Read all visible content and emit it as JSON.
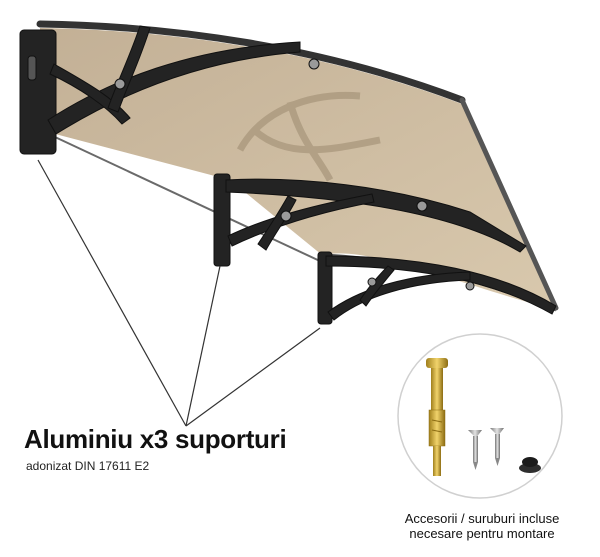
{
  "headline": "Aluminiu x3 suporturi",
  "subline": "adonizat DIN 17611 E2",
  "accessories_caption": {
    "line1": "Accesorii / suruburi incluse",
    "line2": "necesare pentru montare"
  },
  "colors": {
    "canopy_panel": "#c8b393",
    "bracket": "#222222",
    "frame_edge": "#3a3a3a",
    "anchor_bolt": "#d8b43a",
    "screw": "#9a9a9a",
    "text": "#111111"
  }
}
